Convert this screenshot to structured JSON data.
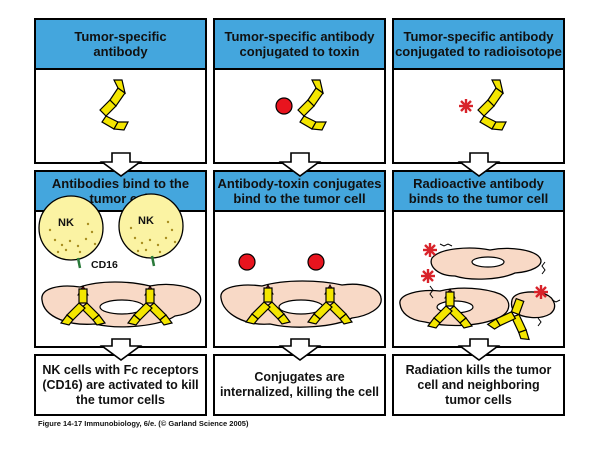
{
  "columns": [
    {
      "top_header": "Tumor-specific antibody",
      "mid_header": "Antibodies bind to the tumor cell",
      "result": "NK cells with Fc receptors (CD16) are activated to kill the tumor cells"
    },
    {
      "top_header": "Tumor-specific antibody conjugated to toxin",
      "mid_header": "Antibody-toxin conjugates bind to the tumor cell",
      "result": "Conjugates are internalized, killing the cell"
    },
    {
      "top_header": "Tumor-specific antibody conjugated to radioisotope",
      "mid_header": "Radioactive antibody binds to the tumor cell",
      "result": "Radiation kills the tumor cell and neighboring tumor cells"
    }
  ],
  "labels": {
    "nk": "NK",
    "cd16": "CD16"
  },
  "caption": "Figure 14-17  Immunobiology, 6/e. (© Garland Science 2005)",
  "colors": {
    "header_blue": "#44a6dd",
    "antibody_yellow": "#f4e600",
    "toxin_red": "#e8141e",
    "cell_pink": "#f8d9c6",
    "nk_yellow": "#fbf3a3",
    "isotope_red": "#d8232a"
  }
}
